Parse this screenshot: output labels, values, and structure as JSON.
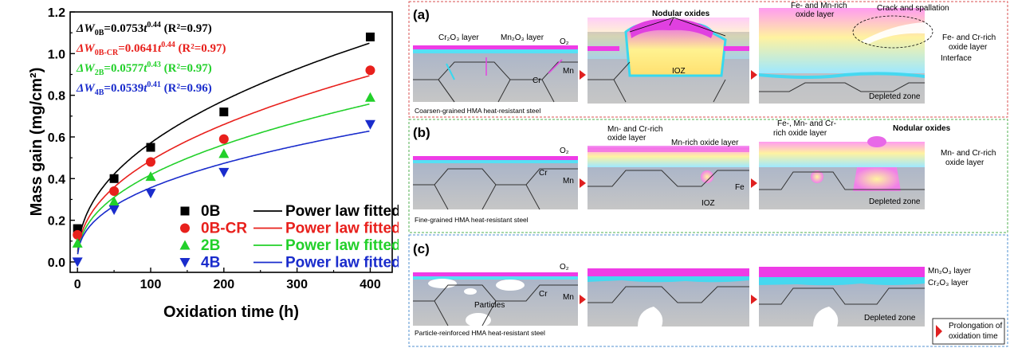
{
  "chart_data": {
    "type": "scatter",
    "xlabel": "Oxidation time (h)",
    "ylabel": "Mass gain (mg/cm²)",
    "xlim": [
      -10,
      430
    ],
    "ylim": [
      -0.05,
      1.2
    ],
    "xticks": [
      "0",
      "100",
      "200",
      "300",
      "400"
    ],
    "yticks": [
      "0.0",
      "0.2",
      "0.4",
      "0.6",
      "0.8",
      "1.0",
      "1.2"
    ],
    "series": [
      {
        "name": "0B",
        "fit_label": "Power law fitted",
        "color": "#000000",
        "marker": "square",
        "x": [
          0,
          50,
          100,
          200,
          400
        ],
        "y": [
          0.16,
          0.4,
          0.55,
          0.72,
          1.08
        ],
        "a": 0.0753,
        "b": 0.44,
        "eq": {
          "pre": "ΔW",
          "sub": "0B",
          "coef": "=0.0753",
          "var": "t",
          "exp": "0.44",
          "r2": "(R²=0.97)"
        }
      },
      {
        "name": "0B-CR",
        "fit_label": "Power law fitted",
        "color": "#e8201c",
        "marker": "circle",
        "x": [
          0,
          50,
          100,
          200,
          400
        ],
        "y": [
          0.13,
          0.34,
          0.48,
          0.59,
          0.92
        ],
        "a": 0.0641,
        "b": 0.44,
        "eq": {
          "pre": "ΔW",
          "sub": "0B-CR",
          "coef": "=0.0641",
          "var": "t",
          "exp": "0.44",
          "r2": "(R²=0.97)"
        }
      },
      {
        "name": "2B",
        "fit_label": "Power law fitted",
        "color": "#22d02a",
        "marker": "triangle-up",
        "x": [
          0,
          50,
          100,
          200,
          400
        ],
        "y": [
          0.09,
          0.29,
          0.41,
          0.52,
          0.79
        ],
        "a": 0.0577,
        "b": 0.43,
        "eq": {
          "pre": "ΔW",
          "sub": "2B",
          "coef": "=0.0577",
          "var": "t",
          "exp": "0.43",
          "r2": "(R²=0.97)"
        }
      },
      {
        "name": "4B",
        "fit_label": "Power law fitted",
        "color": "#1a2ccc",
        "marker": "triangle-down",
        "x": [
          0,
          50,
          100,
          200,
          400
        ],
        "y": [
          0.0,
          0.25,
          0.33,
          0.43,
          0.66
        ],
        "a": 0.0539,
        "b": 0.41,
        "eq": {
          "pre": "ΔW",
          "sub": "4B",
          "coef": "=0.0539",
          "var": "t",
          "exp": "0.41",
          "r2": "(R²=0.96)"
        }
      }
    ],
    "legend_position": "bottom-right"
  },
  "schematic": {
    "panels": [
      {
        "label": "(a)",
        "caption": "Coarsen-grained HMA heat-resistant steel"
      },
      {
        "label": "(b)",
        "caption": "Fine-grained HMA heat-resistant steel"
      },
      {
        "label": "(c)",
        "caption": "Particle-reinforced HMA heat-resistant steel"
      }
    ],
    "labels": {
      "cr2o3_layer": "Cr₂O₃ layer",
      "mn2o3_layer": "Mn₂O₃ layer",
      "o2": "O₂",
      "mn": "Mn",
      "cr": "Cr",
      "fe": "Fe",
      "nodular_oxides": "Nodular oxides",
      "ioz": "IOZ",
      "fe_mn_rich": "Fe- and Mn-rich",
      "oxide_layer": "oxide layer",
      "crack_spallation": "Crack and spallation",
      "fe_cr_rich": "Fe- and Cr-rich",
      "interface": "Interface",
      "depleted_zone": "Depleted zone",
      "mn_cr_rich": "Mn- and Cr-rich",
      "mn_cr_rich2": "Mn- and Cr-rich",
      "mn_rich_oxide": "Mn-rich oxide layer",
      "fe_mn_cr_rich": "Fe-, Mn- and Cr-",
      "rich_oxide_layer": "rich oxide layer",
      "particles": "Particles",
      "prolongation1": "Prolongation of",
      "prolongation2": "oxidation time"
    }
  }
}
